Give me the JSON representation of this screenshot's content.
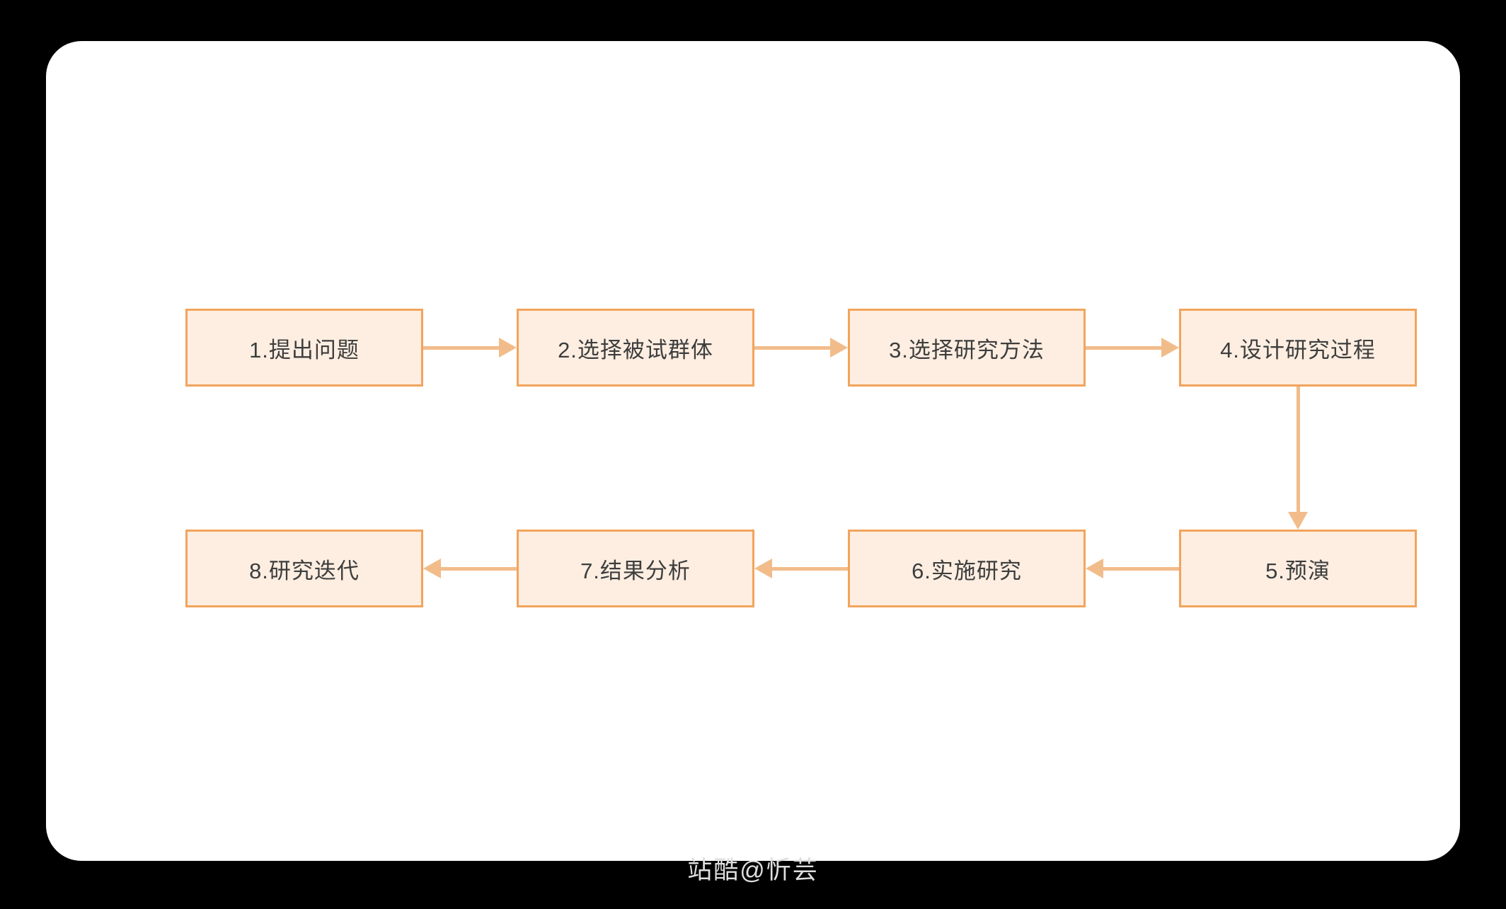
{
  "diagram": {
    "type": "flowchart",
    "description": "8-step research process flow, two rows; top row flows left-to-right, then down, bottom row flows right-to-left",
    "nodes": [
      {
        "id": 1,
        "label": "1.提出问题"
      },
      {
        "id": 2,
        "label": "2.选择被试群体"
      },
      {
        "id": 3,
        "label": "3.选择研究方法"
      },
      {
        "id": 4,
        "label": "4.设计研究过程"
      },
      {
        "id": 5,
        "label": "5.预演"
      },
      {
        "id": 6,
        "label": "6.实施研究"
      },
      {
        "id": 7,
        "label": "7.结果分析"
      },
      {
        "id": 8,
        "label": "8.研究迭代"
      }
    ],
    "edges": [
      {
        "from": 1,
        "to": 2,
        "direction": "right"
      },
      {
        "from": 2,
        "to": 3,
        "direction": "right"
      },
      {
        "from": 3,
        "to": 4,
        "direction": "right"
      },
      {
        "from": 4,
        "to": 5,
        "direction": "down"
      },
      {
        "from": 5,
        "to": 6,
        "direction": "left"
      },
      {
        "from": 6,
        "to": 7,
        "direction": "left"
      },
      {
        "from": 7,
        "to": 8,
        "direction": "left"
      }
    ],
    "colors": {
      "page_background": "#000000",
      "card_background": "#FFFFFF",
      "node_fill": "#FDEEE1",
      "node_border": "#F2A45C",
      "arrow": "#F2BC8A",
      "node_text": "#3D3D3D",
      "watermark_text": "#DEDEDE"
    },
    "watermark": "站酷@忻芸"
  }
}
